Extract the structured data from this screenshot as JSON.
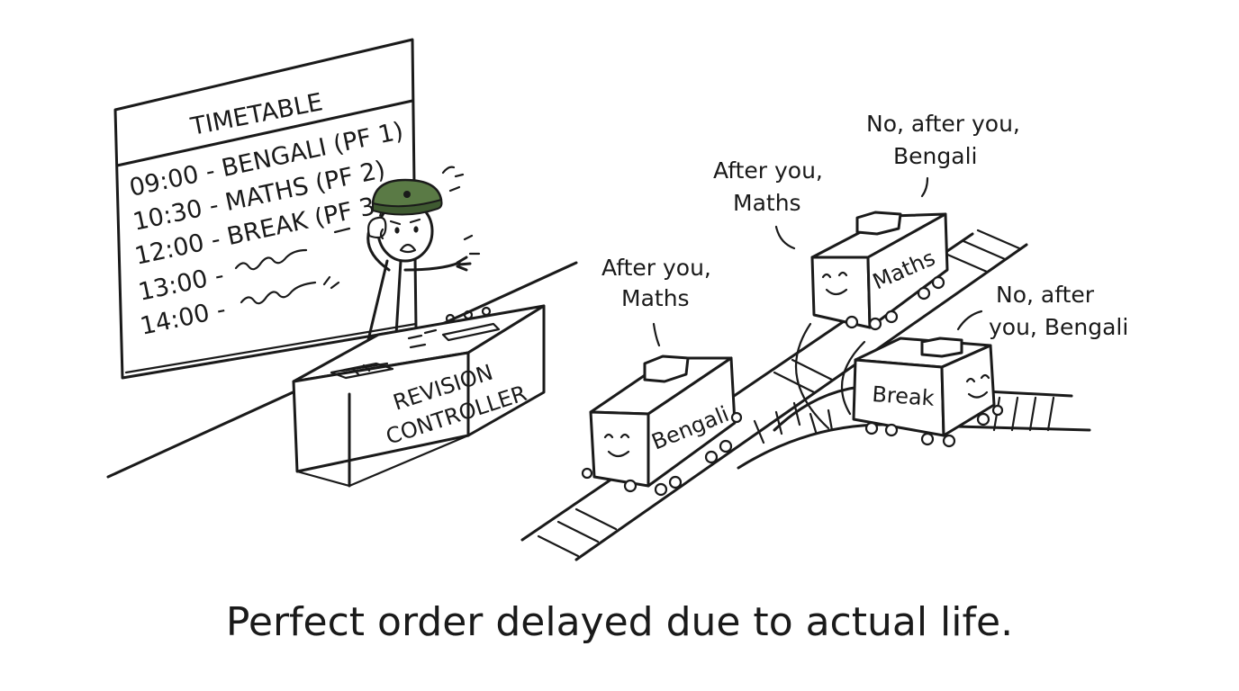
{
  "timetable": {
    "title": "TIMETABLE",
    "rows": [
      "09:00 - BENGALI  (PF 1)",
      "10:30 - MATHS  (PF 2)",
      "12:00 - BREAK  (PF 3)",
      "13:00 -",
      "14:00 -"
    ]
  },
  "controller": {
    "line1": "REVISION",
    "line2": "CONTROLLER"
  },
  "trains": {
    "bengali": "Bengali",
    "maths": "Maths",
    "break": "Break"
  },
  "bubbles": {
    "b1": {
      "line1": "After you,",
      "line2": "Maths"
    },
    "b2": {
      "line1": "After you,",
      "line2": "Maths"
    },
    "b3": {
      "line1": "No, after you,",
      "line2": "Bengali"
    },
    "b4": {
      "line1": "No, after",
      "line2": "you, Bengali"
    }
  },
  "caption": "Perfect order delayed due to actual life.",
  "colors": {
    "ink": "#1a1a1a",
    "cap": "#5a7a45",
    "cap_dark": "#3f5a31"
  }
}
